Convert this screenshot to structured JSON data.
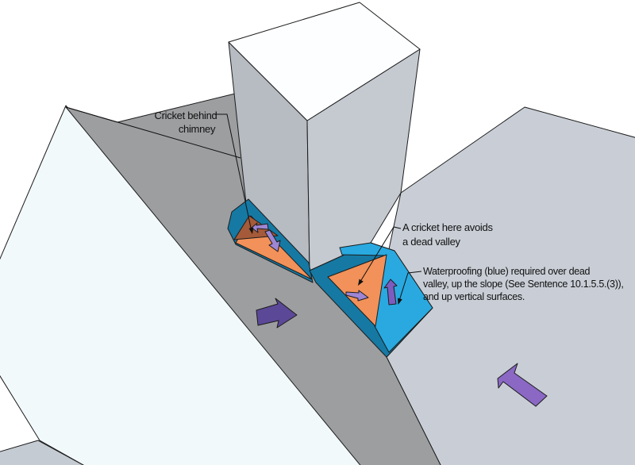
{
  "diagram": {
    "title_hint": "Roof cricket and dead valley waterproofing detail",
    "annotations": {
      "cricket_behind": {
        "lines": [
          "Cricket behind",
          "chimney"
        ]
      },
      "cricket_avoids": {
        "lines": [
          "A cricket here avoids",
          "a dead valley"
        ]
      },
      "waterproofing": {
        "lines": [
          "Waterproofing (blue) required over dead",
          "valley, up the slope (See Sentence 10.1.5.5.(3)),",
          "and up vertical surfaces."
        ]
      }
    },
    "colors": {
      "background": "#ffffff",
      "roof_pale": "#f2f9fb",
      "roof_dark_gray": "#9d9ea0",
      "roof_light_gray": "#c9ced6",
      "lower_gable_gray": "#c5cbd3",
      "chimney_left": "#b7bbc2",
      "chimney_right": "#c5cad1",
      "chimney_top": "#fdfeff",
      "waterproofing_teal": "#1579a3",
      "waterproofing_light_blue": "#29a9e0",
      "cricket_orange": "#f29159",
      "cricket_orange_shaded": "#a55a39",
      "flow_arrow_purple_dark": "#5b4896",
      "flow_arrow_purple": "#8a68c4",
      "flow_arrow_purple_mid": "#7d5cc0",
      "flow_arrow_purple_light": "#9e86d4",
      "line_color": "#1c1c1c"
    }
  }
}
